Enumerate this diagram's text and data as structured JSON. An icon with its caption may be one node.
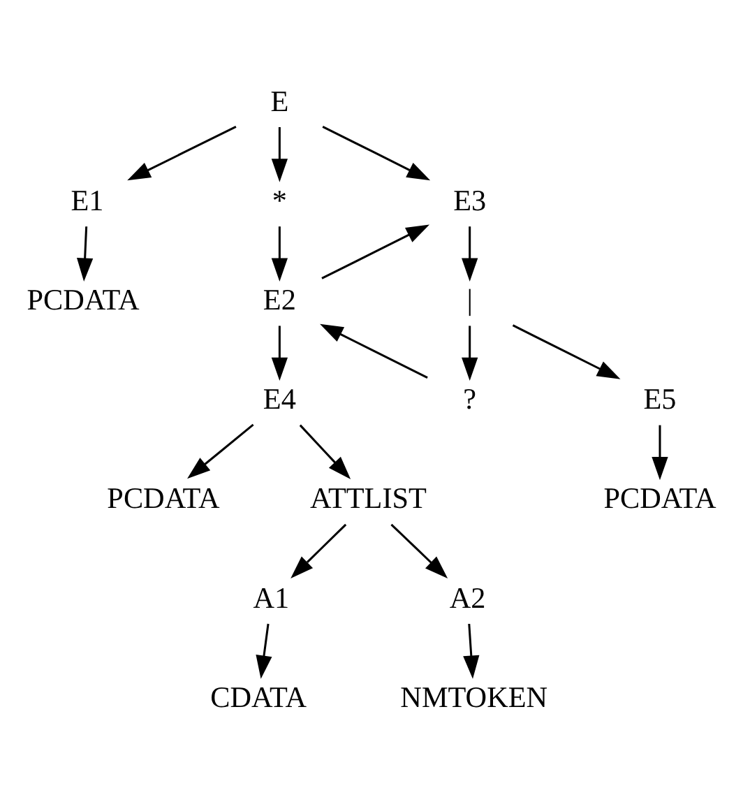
{
  "diagram": {
    "nodes": [
      {
        "text": [
          "E"
        ]
      },
      {
        "text": [
          "E1"
        ]
      },
      {
        "text": [
          "*"
        ]
      },
      {
        "text": [
          "E3"
        ]
      },
      {
        "text": [
          "PCDATA"
        ]
      },
      {
        "text": [
          "E2"
        ]
      },
      {
        "text": [
          "|"
        ]
      },
      {
        "text": [
          "?"
        ]
      },
      {
        "text": [
          "E5"
        ]
      },
      {
        "text": [
          "E4"
        ]
      },
      {
        "text": [
          "PCDATA"
        ]
      },
      {
        "text": [
          "PCDATA"
        ]
      },
      {
        "text": [
          "ATTLIST"
        ]
      },
      {
        "text": [
          "A1"
        ]
      },
      {
        "text": [
          "A2"
        ]
      },
      {
        "text": [
          "CDATA"
        ]
      },
      {
        "text": [
          "NMTOKEN"
        ]
      }
    ],
    "edges": [
      {
        "from": 0,
        "to": 1,
        "arrow": "to"
      },
      {
        "from": 0,
        "to": 2,
        "arrow": "to"
      },
      {
        "from": 0,
        "to": 3,
        "arrow": "to"
      },
      {
        "from": 1,
        "to": 4,
        "arrow": "to"
      },
      {
        "from": 2,
        "to": 5,
        "arrow": "to"
      },
      {
        "from": 5,
        "to": 3,
        "arrow": "to"
      },
      {
        "from": 3,
        "to": 6,
        "arrow": "to"
      },
      {
        "from": 6,
        "to": 7,
        "arrow": "to"
      },
      {
        "from": 6,
        "to": 8,
        "arrow": "to"
      },
      {
        "from": 7,
        "to": 5,
        "arrow": "to"
      },
      {
        "from": 8,
        "to": 10,
        "arrow": "to"
      },
      {
        "from": 5,
        "to": 9,
        "arrow": "to"
      },
      {
        "from": 9,
        "to": 11,
        "arrow": "to"
      },
      {
        "from": 9,
        "to": 12,
        "arrow": "to"
      },
      {
        "from": 12,
        "to": 13,
        "arrow": "to"
      },
      {
        "from": 12,
        "to": 14,
        "arrow": "to"
      },
      {
        "from": 13,
        "to": 15,
        "arrow": "to"
      },
      {
        "from": 14,
        "to": 16,
        "arrow": "to"
      }
    ]
  }
}
